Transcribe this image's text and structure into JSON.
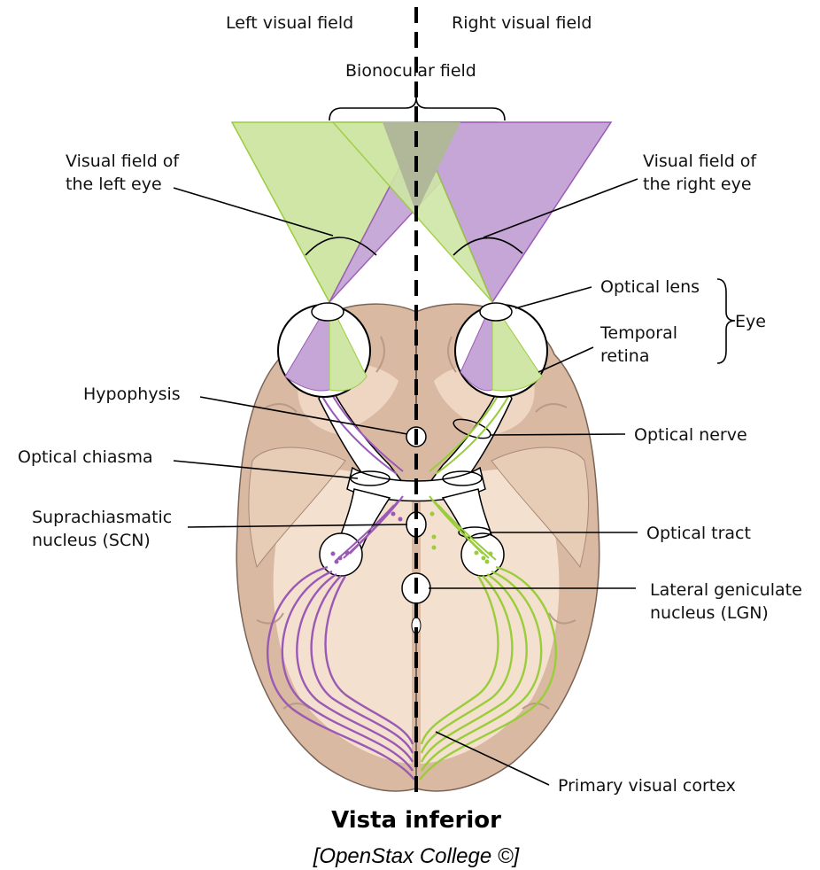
{
  "diagram": {
    "labels": {
      "left_visual_field": "Left visual field",
      "right_visual_field": "Right visual field",
      "binocular_field": "Bionocular field",
      "visual_field_left_eye_l1": "Visual field of",
      "visual_field_left_eye_l2": "the left eye",
      "visual_field_right_eye_l1": "Visual field of",
      "visual_field_right_eye_l2": "the right eye",
      "optical_lens": "Optical lens",
      "eye": "Eye",
      "temporal_retina_l1": "Temporal",
      "temporal_retina_l2": "retina",
      "hypophysis": "Hypophysis",
      "optical_nerve": "Optical nerve",
      "optical_chiasma": "Optical chiasma",
      "scn_l1": "Suprachiasmatic",
      "scn_l2": "nucleus (SCN)",
      "optical_tract": "Optical tract",
      "lgn_l1": "Lateral geniculate",
      "lgn_l2": "nucleus (LGN)",
      "primary_visual_cortex": "Primary visual cortex"
    },
    "title": "Vista inferior",
    "credit": "[OpenStax College ©]",
    "colors": {
      "left_pathway": "#9b59b6",
      "right_pathway": "#9acd3c",
      "field_green": "#cfe6a6",
      "field_purple": "#c6a6d6",
      "field_overlap": "#b1b89a",
      "brain_outer": "#d9b9a2",
      "brain_inner": "#f4e0cf",
      "outline": "#000000"
    }
  }
}
